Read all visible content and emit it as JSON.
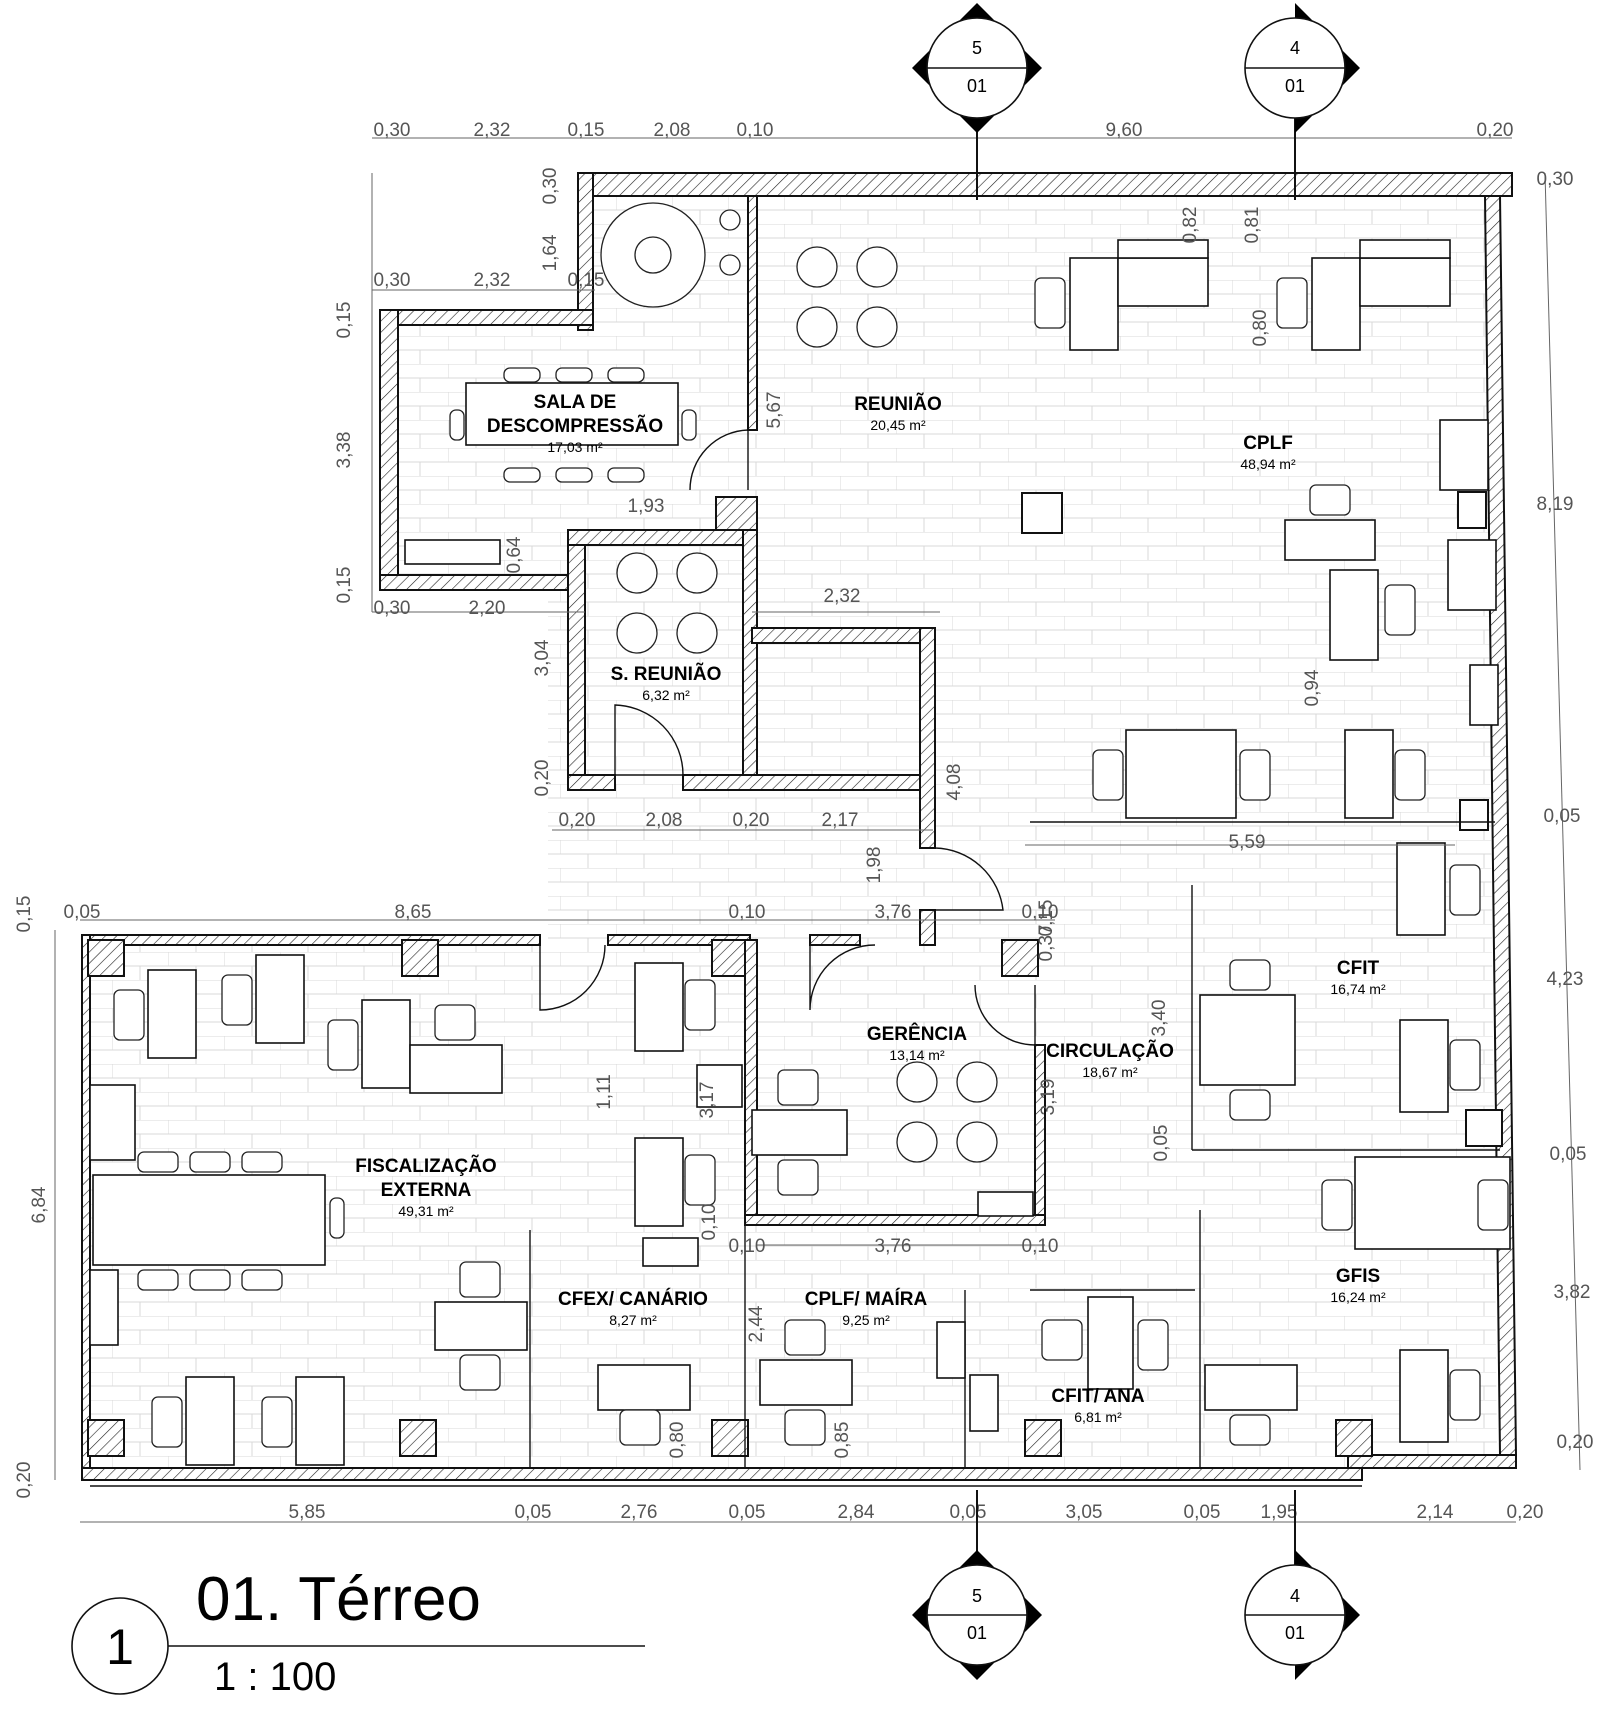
{
  "view": {
    "number": "1",
    "title": "01. Térreo",
    "scale": "1 : 100"
  },
  "section_markers": [
    {
      "top": "5",
      "bottom": "01"
    },
    {
      "top": "4",
      "bottom": "01"
    },
    {
      "top": "5",
      "bottom": "01"
    },
    {
      "top": "4",
      "bottom": "01"
    }
  ],
  "rooms": [
    {
      "name": "SALA DE",
      "name2": "DESCOMPRESSÃO",
      "area": "17,03 m²"
    },
    {
      "name": "REUNIÃO",
      "area": "20,45 m²"
    },
    {
      "name": "CPLF",
      "area": "48,94 m²"
    },
    {
      "name": "S. REUNIÃO",
      "area": "6,32 m²"
    },
    {
      "name": "FISCALIZAÇÃO",
      "name2": "EXTERNA",
      "area": "49,31 m²"
    },
    {
      "name": "GERÊNCIA",
      "area": "13,14 m²"
    },
    {
      "name": "CIRCULAÇÃO",
      "area": "18,67 m²"
    },
    {
      "name": "CFIT",
      "area": "16,74 m²"
    },
    {
      "name": "GFIS",
      "area": "16,24 m²"
    },
    {
      "name": "CFEX/ CANÁRIO",
      "area": "8,27 m²"
    },
    {
      "name": "CPLF/ MAÍRA",
      "area": "9,25 m²"
    },
    {
      "name": "CFIT/ ANA",
      "area": "6,81 m²"
    }
  ],
  "dimensions": {
    "top": [
      "0,30",
      "2,32",
      "0,15",
      "2,08",
      "0,10",
      "9,60",
      "0,20"
    ],
    "row2": [
      "0,30",
      "2,32",
      "0,15"
    ],
    "row3": [
      "0,30",
      "2,20"
    ],
    "mid": [
      "1,93",
      "2,32",
      "5,59"
    ],
    "row4": [
      "0,20",
      "2,08",
      "0,20",
      "2,17"
    ],
    "row5": [
      "0,05",
      "8,65",
      "0,10",
      "3,76",
      "0,10"
    ],
    "row6": [
      "0,10",
      "3,76",
      "0,10"
    ],
    "bottom": [
      "5,85",
      "0,05",
      "2,76",
      "0,05",
      "2,84",
      "0,05",
      "3,05",
      "0,05",
      "1,95",
      "2,14",
      "0,20"
    ],
    "left": [
      "0,30",
      "1,64",
      "0,15",
      "3,38",
      "0,15",
      "0,64",
      "3,04",
      "0,20",
      "0,15",
      "6,84",
      "0,20"
    ],
    "interior": [
      "5,67",
      "0,82",
      "0,81",
      "0,80",
      "0,94",
      "4,08",
      "1,98",
      "0,15",
      "0,37",
      "3,40",
      "1,11",
      "3,17",
      "3,19",
      "0,05",
      "0,10",
      "2,44",
      "0,80",
      "0,85"
    ],
    "right": [
      "0,30",
      "8,19",
      "0,05",
      "4,23",
      "0,05",
      "3,82",
      "0,20"
    ]
  }
}
